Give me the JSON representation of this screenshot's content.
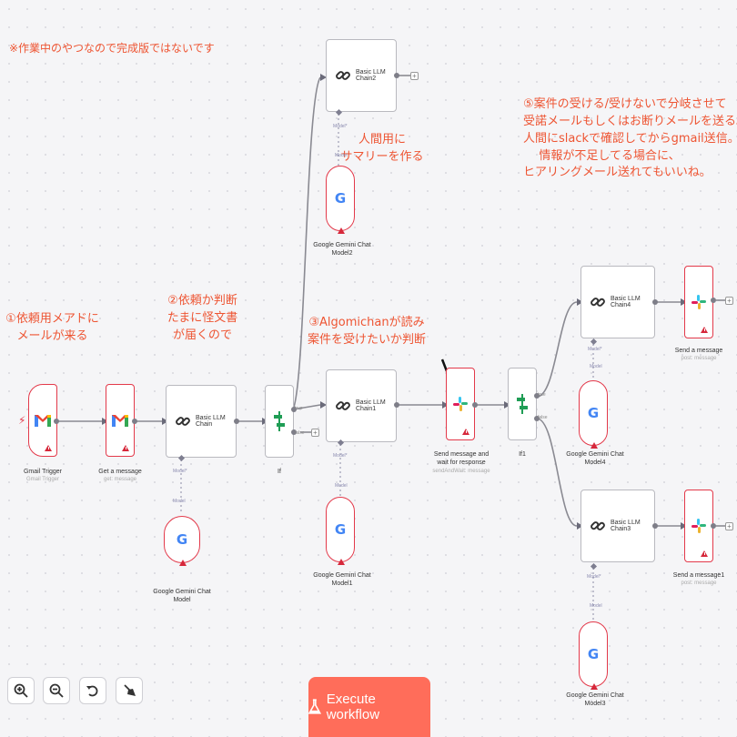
{
  "notes": {
    "wip": "※作業中のやつなので完成版ではないです",
    "n1": [
      "①依頼用メアドに",
      "メールが来る"
    ],
    "n2": [
      "②依頼か判断",
      "たまに怪文書",
      "が届くので"
    ],
    "n3": [
      "③Algomichanが読み",
      "案件を受けたいか判断"
    ],
    "n4": [
      "人間用に",
      "サマリーを作る"
    ],
    "n5": [
      "⑤案件の受ける/受けないで分岐させて",
      "受諾メールもしくはお断りメールを送る。",
      "人間にslackで確認してからgmail送信。",
      "情報が不足してる場合に、",
      "ヒアリングメール送れてもいいね。"
    ]
  },
  "nodes": {
    "gmail_trigger": {
      "label": "Gmail Trigger",
      "sub": "Gmail Trigger"
    },
    "get_message": {
      "label": "Get a message",
      "sub": "get: message"
    },
    "chain": {
      "label": "Basic LLM Chain"
    },
    "chain1": {
      "label": "Basic LLM Chain1"
    },
    "chain2": {
      "label": "Basic LLM Chain2"
    },
    "chain3": {
      "label": "Basic LLM Chain3"
    },
    "chain4": {
      "label": "Basic LLM Chain4"
    },
    "if": {
      "label": "If"
    },
    "if1": {
      "label": "If1"
    },
    "send_wait": {
      "label": "Send message and wait for response",
      "sub": "sendAndWait: message"
    },
    "send_message": {
      "label": "Send a message",
      "sub": "post: message"
    },
    "send_message1": {
      "label": "Send a message1",
      "sub": "post: message"
    },
    "gemini": {
      "label": "Google Gemini Chat Model"
    },
    "gemini1": {
      "label": "Google Gemini Chat Model1"
    },
    "gemini2": {
      "label": "Google Gemini Chat Model2"
    },
    "gemini3": {
      "label": "Google Gemini Chat Model3"
    },
    "gemini4": {
      "label": "Google Gemini Chat Model4"
    }
  },
  "ports": {
    "model_req": "Model*",
    "model": "Model",
    "true": "true",
    "false": "false"
  },
  "controls": {
    "zoom_in_icon": "zoom-in-icon",
    "zoom_out_icon": "zoom-out-icon",
    "reset_icon": "reset-icon",
    "tidy_icon": "broom-icon",
    "execute_label": "Execute workflow"
  },
  "colors": {
    "accent": "#ff6d5a",
    "note": "#ee5533",
    "error": "#e3394a",
    "wire": "#8a8a92"
  }
}
